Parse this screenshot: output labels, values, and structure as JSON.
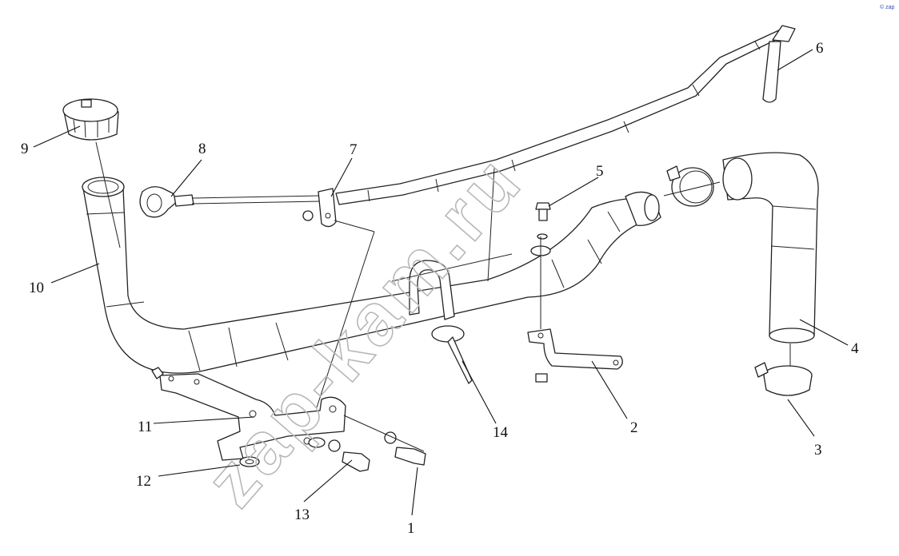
{
  "watermark": "zap-kam.ru",
  "corner_mark": "© zap",
  "callouts": [
    {
      "id": "1",
      "label": "1"
    },
    {
      "id": "2",
      "label": "2"
    },
    {
      "id": "3",
      "label": "3"
    },
    {
      "id": "4",
      "label": "4"
    },
    {
      "id": "5",
      "label": "5"
    },
    {
      "id": "6",
      "label": "6"
    },
    {
      "id": "7",
      "label": "7"
    },
    {
      "id": "8",
      "label": "8"
    },
    {
      "id": "9",
      "label": "9"
    },
    {
      "id": "10",
      "label": "10"
    },
    {
      "id": "11",
      "label": "11"
    },
    {
      "id": "12",
      "label": "12"
    },
    {
      "id": "13",
      "label": "13"
    },
    {
      "id": "14",
      "label": "14"
    }
  ]
}
